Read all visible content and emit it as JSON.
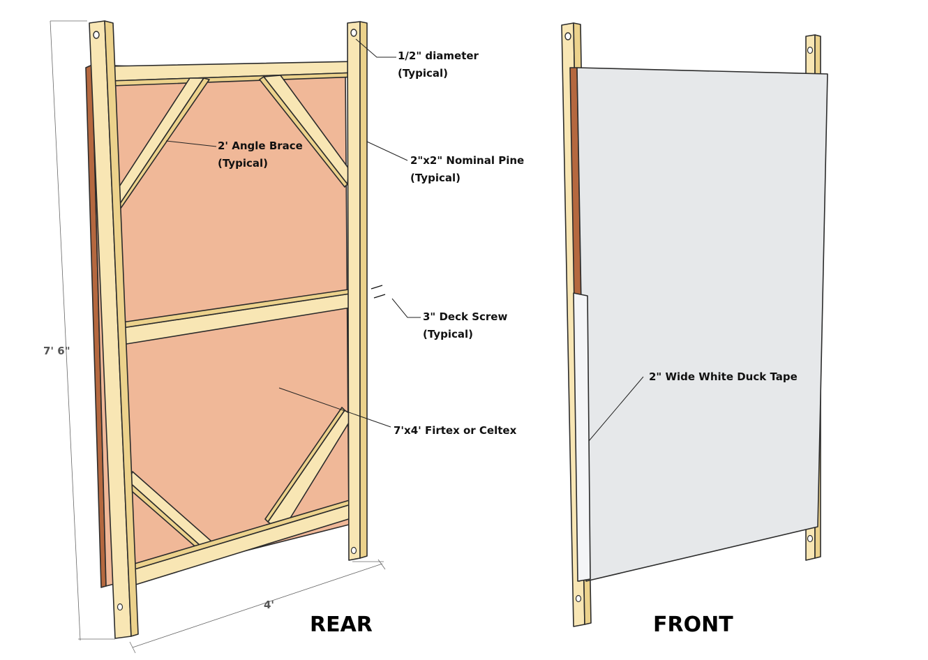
{
  "colors": {
    "wood_face": "#f8e6b4",
    "wood_side": "#ecd28c",
    "wood_dark": "#d9b76a",
    "board": "#f0b898",
    "board_edge": "#b5683f",
    "front_board": "#e6e8ea",
    "tape": "#f4f5f7",
    "outline": "#2b2b2b"
  },
  "views": {
    "rear": {
      "title": "REAR"
    },
    "front": {
      "title": "FRONT"
    }
  },
  "dimensions": {
    "height": "7' 6\"",
    "width": "4'"
  },
  "callouts": {
    "hole": {
      "line1": "1/2\" diameter",
      "line2": "(Typical)"
    },
    "angle_brace": {
      "line1": "2' Angle Brace",
      "line2": "(Typical)"
    },
    "pine": {
      "line1": "2\"x2\" Nominal Pine",
      "line2": "(Typical)"
    },
    "screw": {
      "line1": "3\" Deck Screw",
      "line2": "(Typical)"
    },
    "board": {
      "line1": "7'x4' Firtex or Celtex"
    },
    "tape": {
      "line1": "2\" Wide White Duck Tape"
    }
  }
}
